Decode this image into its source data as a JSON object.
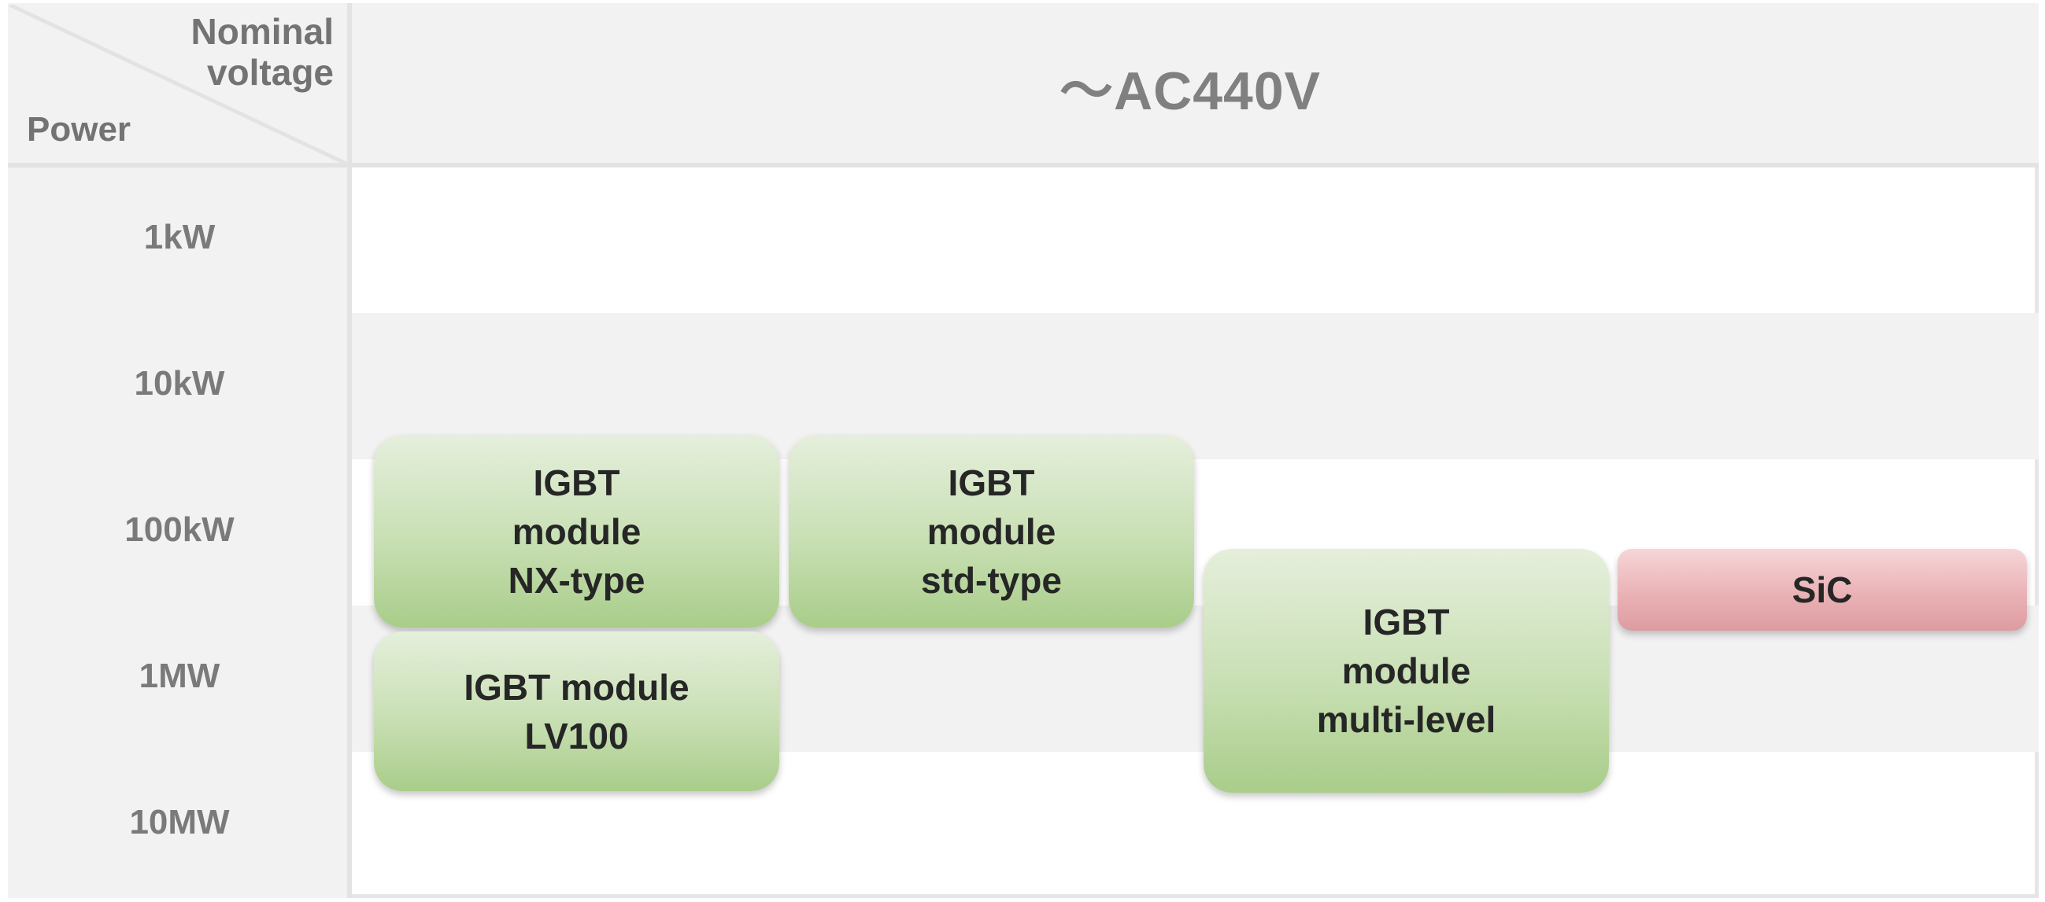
{
  "header": {
    "corner_top_line1": "Nominal",
    "corner_top_line2": "voltage",
    "corner_bottom": "Power",
    "voltage_title": "～AC440V"
  },
  "rows": [
    "1kW",
    "10kW",
    "100kW",
    "1MW",
    "10MW"
  ],
  "boxes": {
    "nx": {
      "line1": "IGBT",
      "line2": "module",
      "line3": "NX-type"
    },
    "std": {
      "line1": "IGBT",
      "line2": "module",
      "line3": "std-type"
    },
    "lv100": {
      "line1": "IGBT module",
      "line2": "LV100"
    },
    "multilevel": {
      "line1": "IGBT",
      "line2": "module",
      "line3": "multi-level"
    },
    "sic": {
      "label": "SiC"
    }
  },
  "colors": {
    "igbt_box": "#c8dfb3",
    "sic_box": "#eab2b6",
    "band": "#f2f2f2",
    "grid_line": "#e3e3e3"
  }
}
